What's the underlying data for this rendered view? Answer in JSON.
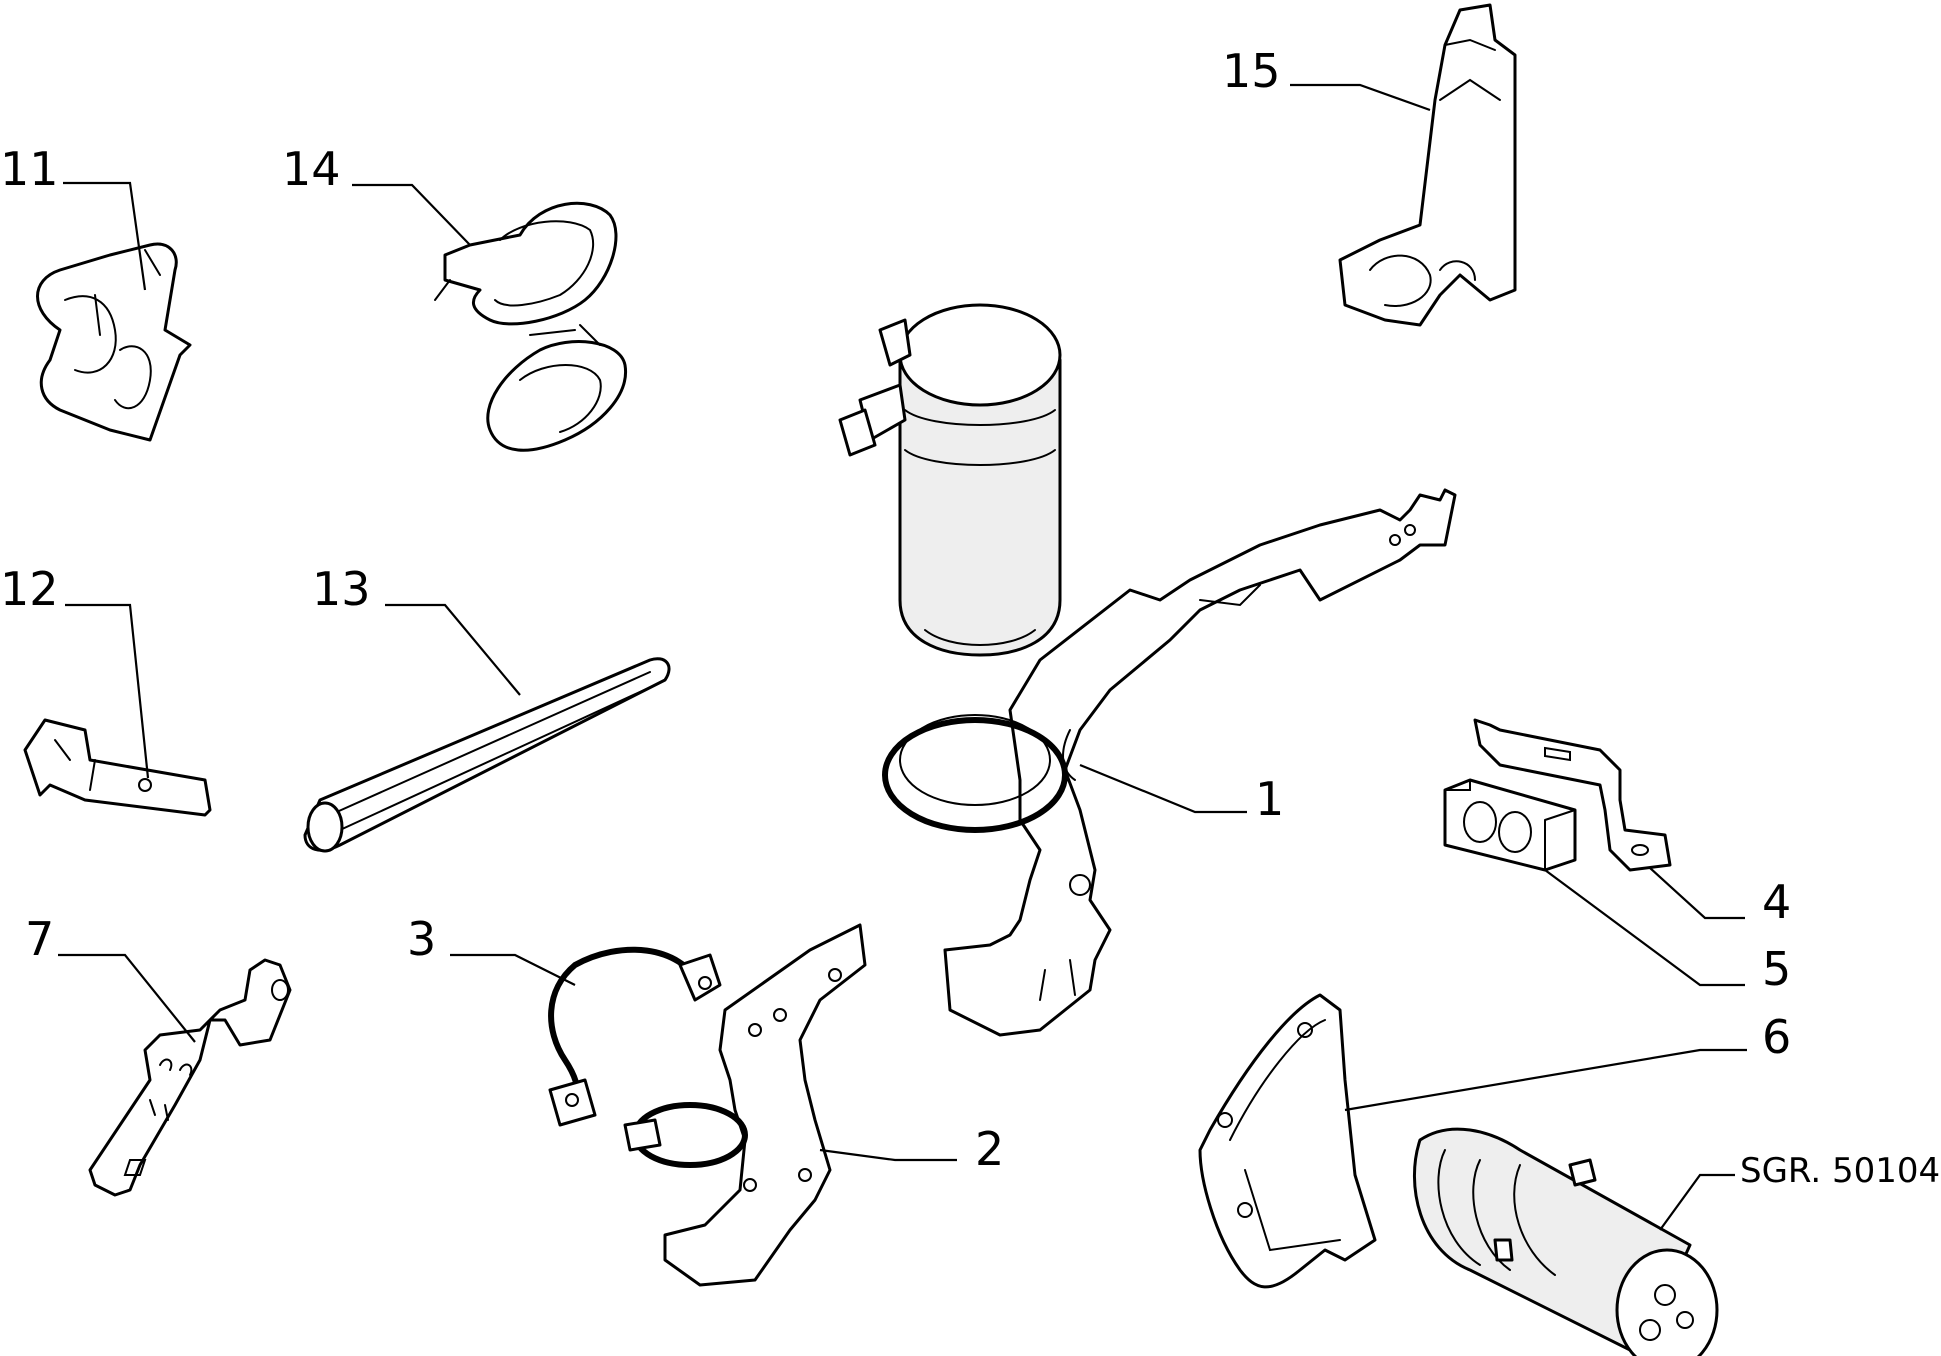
{
  "callouts": {
    "c1": "1",
    "c2": "2",
    "c3": "3",
    "c4": "4",
    "c5": "5",
    "c6": "6",
    "c7": "7",
    "c11": "11",
    "c12": "12",
    "c13": "13",
    "c14": "14",
    "c15": "15"
  },
  "reference": "SGR. 50104"
}
